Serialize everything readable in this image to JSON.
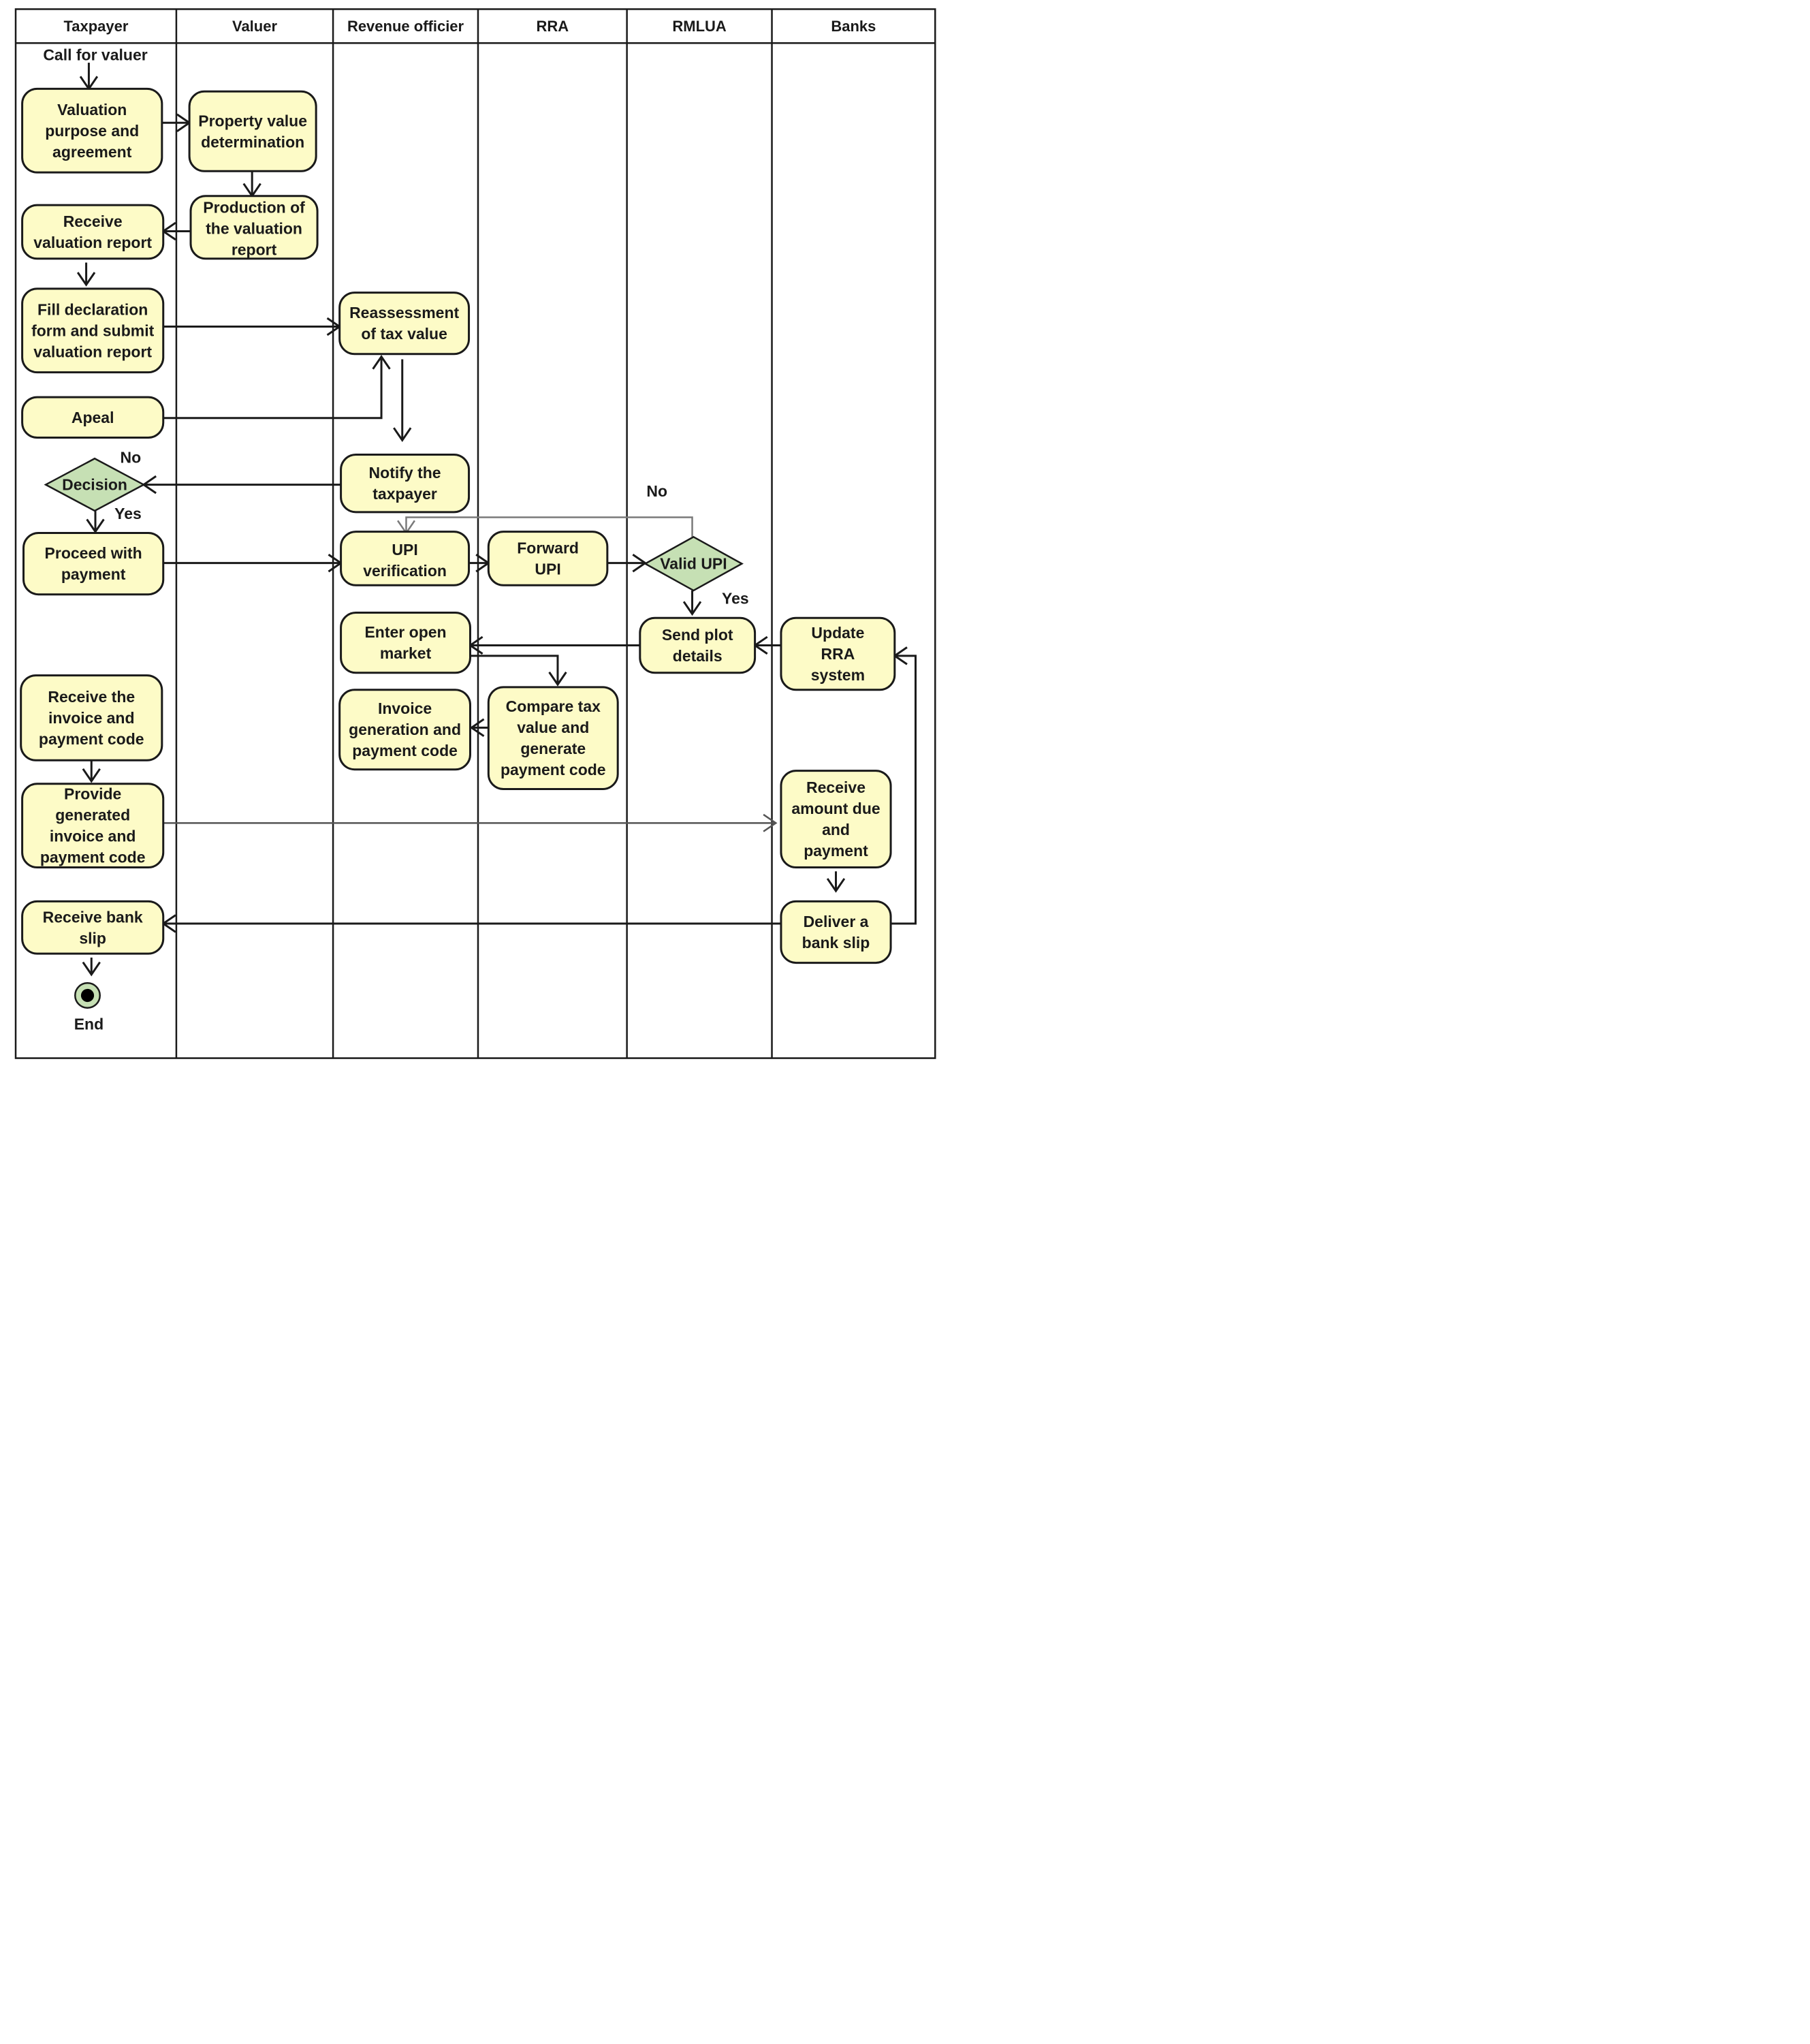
{
  "lanes": [
    "Taxpayer",
    "Valuer",
    "Revenue officier",
    "RRA",
    "RMLUA",
    "Banks"
  ],
  "labels": {
    "start": "Call for valuer",
    "end": "End",
    "no": "No",
    "yes": "Yes"
  },
  "nodes": {
    "valuation_purpose": [
      "Valuation",
      "purpose and",
      "agreement"
    ],
    "property_value": [
      "Property value",
      "determination"
    ],
    "production_report": [
      "Production of",
      "the valuation",
      "report"
    ],
    "receive_report": [
      "Receive",
      "valuation report"
    ],
    "fill_declaration": [
      "Fill declaration",
      "form and submit",
      "valuation report"
    ],
    "apeal": [
      "Apeal"
    ],
    "reassessment": [
      "Reassessment",
      "of tax value"
    ],
    "notify": [
      "Notify the",
      "taxpayer"
    ],
    "decision": [
      "Decision"
    ],
    "proceed_payment": [
      "Proceed with",
      "payment"
    ],
    "upi_verification": [
      "UPI",
      "verification"
    ],
    "forward_upi": [
      "Forward",
      "UPI"
    ],
    "valid_upi": [
      "Valid UPI"
    ],
    "enter_market": [
      "Enter open",
      "market"
    ],
    "send_plot": [
      "Send plot",
      "details"
    ],
    "update_rra": [
      "Update",
      "RRA",
      "system"
    ],
    "receive_invoice": [
      "Receive the",
      "invoice and",
      "payment code"
    ],
    "invoice_generation": [
      "Invoice",
      "generation and",
      "payment code"
    ],
    "compare_tax": [
      "Compare tax",
      "value and",
      "generate",
      "payment code"
    ],
    "provide_invoice": [
      "Provide",
      "generated",
      "invoice and",
      "payment code"
    ],
    "receive_amount": [
      "Receive",
      "amount due",
      "and",
      "payment"
    ],
    "receive_slip": [
      "Receive bank",
      "slip"
    ],
    "deliver_slip": [
      "Deliver a",
      "bank slip"
    ]
  },
  "colors": {
    "activity_fill": "#fdfbc7",
    "decision_fill": "#c6e0b4",
    "stroke": "#1a1a1a",
    "end_fill": "#c6e0b4"
  }
}
